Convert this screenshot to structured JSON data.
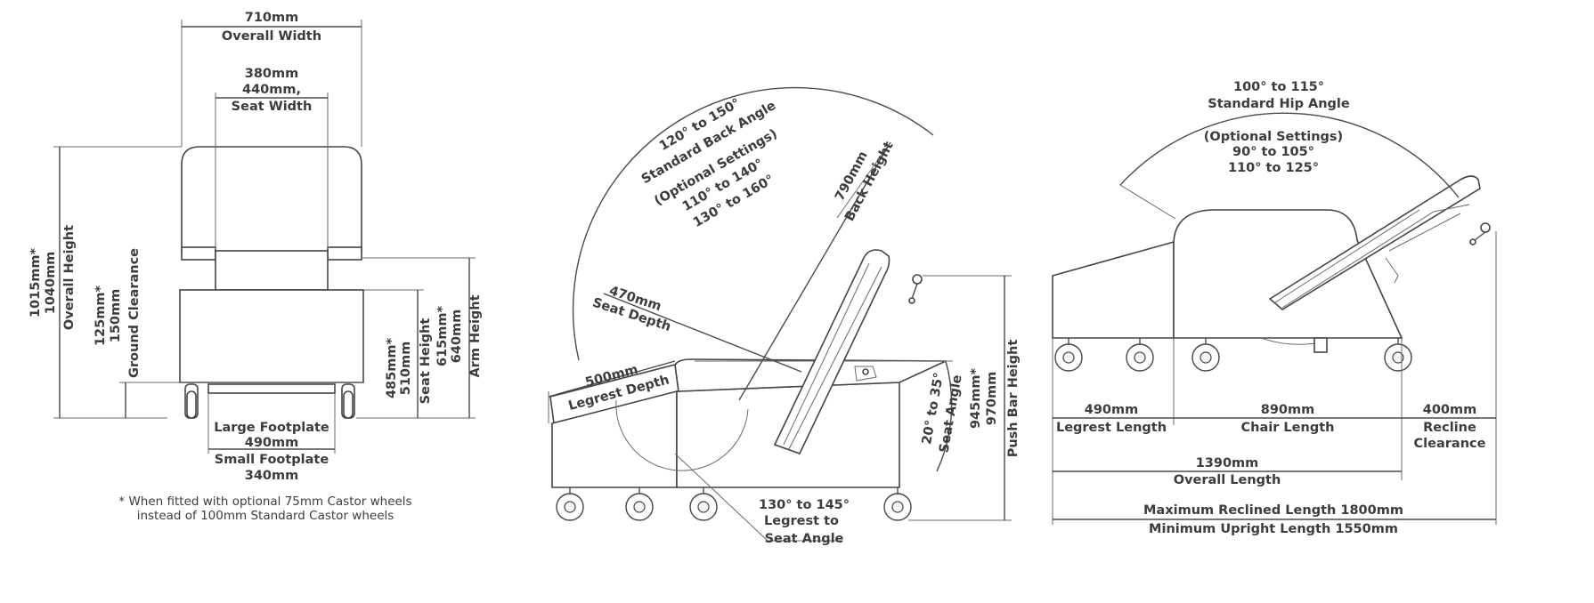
{
  "front_view": {
    "overall_width_value": "710mm",
    "overall_width_label": "Overall Width",
    "seat_width_value_1": "380mm",
    "seat_width_value_2": "440mm,",
    "seat_width_label": "Seat Width",
    "overall_height_value_1": "1015mm*",
    "overall_height_value_2": "1040mm",
    "overall_height_label": "Overall Height",
    "ground_clearance_value_1": "125mm*",
    "ground_clearance_value_2": "150mm",
    "ground_clearance_label": "Ground Clearance",
    "seat_height_value_1": "485mm*",
    "seat_height_value_2": "510mm",
    "seat_height_label": "Seat Height",
    "arm_height_value_1": "615mm*",
    "arm_height_value_2": "640mm",
    "arm_height_label": "Arm Height",
    "large_footplate_label": "Large Footplate",
    "large_footplate_value": "490mm",
    "small_footplate_label": "Small Footplate",
    "small_footplate_value": "340mm",
    "footnote_line_1": "* When fitted with optional 75mm Castor wheels",
    "footnote_line_2": "instead of 100mm Standard Castor wheels"
  },
  "side_view": {
    "back_angle_value": "120° to 150°",
    "back_angle_label": "Standard Back Angle",
    "optional_settings_label": "(Optional Settings)",
    "optional_setting_1": "110° to 140°",
    "optional_setting_2": "130° to 160°",
    "back_height_value": "790mm",
    "back_height_label": "Back Height",
    "seat_depth_value": "470mm",
    "seat_depth_label": "Seat Depth",
    "legrest_depth_value": "500mm",
    "legrest_depth_label": "Legrest Depth",
    "seat_angle_value": "20° to 35°",
    "seat_angle_label": "Seat Angle",
    "push_bar_value_1": "945mm*",
    "push_bar_value_2": "970mm",
    "push_bar_label": "Push Bar Height",
    "legrest_angle_value": "130° to 145°",
    "legrest_angle_label_1": "Legrest to",
    "legrest_angle_label_2": "Seat Angle"
  },
  "recline_view": {
    "hip_angle_value": "100° to 115°",
    "hip_angle_label": "Standard Hip Angle",
    "optional_settings_label": "(Optional Settings)",
    "optional_setting_1": "90° to 105°",
    "optional_setting_2": "110° to 125°",
    "legrest_length_value": "490mm",
    "legrest_length_label": "Legrest Length",
    "chair_length_value": "890mm",
    "chair_length_label": "Chair Length",
    "recline_clearance_value": "400mm",
    "recline_clearance_label_1": "Recline",
    "recline_clearance_label_2": "Clearance",
    "overall_length_value": "1390mm",
    "overall_length_label": "Overall Length",
    "max_reclined_label": "Maximum Reclined Length 1800mm",
    "min_upright_label": "Minimum Upright Length 1550mm"
  }
}
